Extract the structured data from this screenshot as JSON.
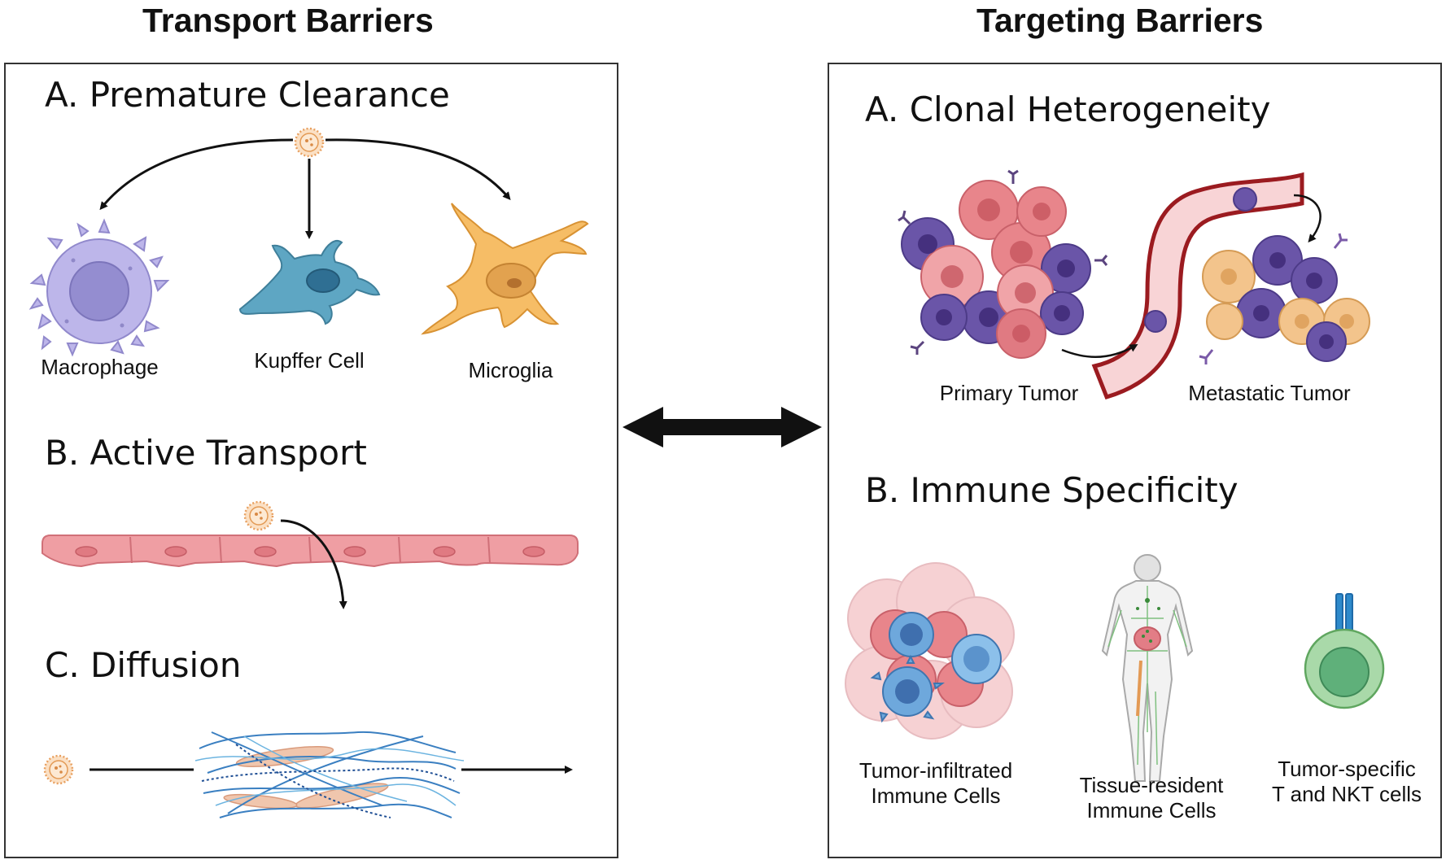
{
  "left_title": "Transport Barriers",
  "right_title": "Targeting Barriers",
  "transport": {
    "premature_clearance": {
      "heading": "A. Premature Clearance",
      "cells": [
        "Macrophage",
        "Kupffer Cell",
        "Microglia"
      ]
    },
    "active_transport": {
      "heading": "B. Active Transport"
    },
    "diffusion": {
      "heading": "C. Diffusion"
    }
  },
  "targeting": {
    "clonal_heterogeneity": {
      "heading": "A. Clonal Heterogeneity",
      "primary_label": "Primary Tumor",
      "metastatic_label": "Metastatic Tumor"
    },
    "immune_specificity": {
      "heading": "B. Immune Specificity",
      "labels": [
        [
          "Tumor-infiltrated",
          "Immune Cells"
        ],
        [
          "Tissue-resident",
          "Immune Cells"
        ],
        [
          "Tumor-specific",
          "T and NKT cells"
        ]
      ]
    }
  },
  "colors": {
    "panel_border": "#333333",
    "nanoparticle": "#e8a060",
    "macrophage": "#b9b3e6",
    "kupffer": "#5fa3c0",
    "microglia": "#f6bd66",
    "endothelium": "#ef9ea3",
    "tumor_pink": "#e8858b",
    "tumor_purple": "#6a55a8",
    "tumor_peach": "#f3c48c",
    "vessel": "#9b1b20",
    "immune_blue": "#6ea8dc",
    "t_cell": "#8ec98e"
  }
}
